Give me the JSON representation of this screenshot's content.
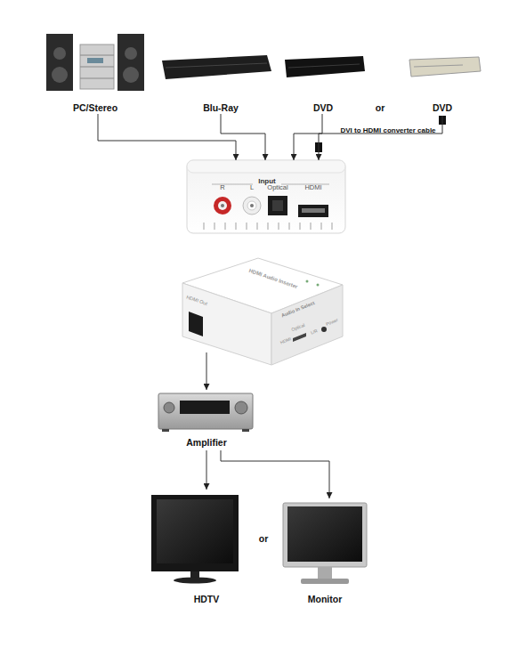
{
  "diagram": {
    "nodes": [
      {
        "text": [
          "PC/Stereo"
        ]
      },
      {
        "text": [
          "Blu-Ray"
        ]
      },
      {
        "text": [
          "DVD"
        ]
      },
      {
        "text": [
          "DVD"
        ]
      },
      {
        "text": [
          "Input",
          "R",
          "L",
          "Optical",
          "HDMI"
        ]
      },
      {
        "text": [
          "HDMI Audio Inserter",
          "HDMI Out",
          "Audio In Select",
          "HDMI",
          "Optical",
          "L/R",
          "Power"
        ]
      },
      {
        "text": [
          "Amplifier"
        ]
      },
      {
        "text": [
          "HDTV"
        ]
      },
      {
        "text": [
          "Monitor"
        ]
      }
    ],
    "edges": [
      {
        "from": 0,
        "to": 4,
        "arrow": "to"
      },
      {
        "from": 1,
        "to": 4,
        "arrow": "to"
      },
      {
        "from": 2,
        "to": 4,
        "arrow": "to"
      },
      {
        "from": 3,
        "to": 4,
        "arrow": "to",
        "label": "DVI to HDMI converter cable"
      },
      {
        "from": 5,
        "to": 6,
        "arrow": "to"
      },
      {
        "from": 6,
        "to": 7,
        "arrow": "to"
      },
      {
        "from": 6,
        "to": 8,
        "arrow": "to"
      }
    ],
    "labels": [
      "or",
      "or"
    ]
  }
}
